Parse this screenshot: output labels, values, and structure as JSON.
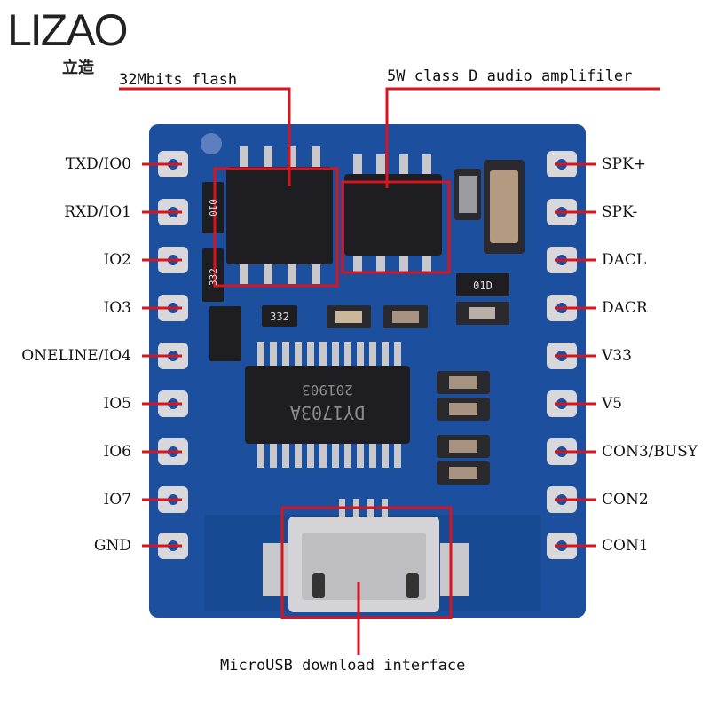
{
  "brand": {
    "name": "LIZAO",
    "sub": "立造"
  },
  "callouts": {
    "flash": "32Mbits flash",
    "amp": "5W class D audio amplifiler",
    "usb": "MicroUSB download interface"
  },
  "chips": {
    "main_line1": "201903",
    "main_line2": "DY1703A"
  },
  "smd_marks": {
    "r1": "332",
    "r2": "332",
    "r3": "01D",
    "r4": "010"
  },
  "pins_left": [
    "TXD/IO0",
    "RXD/IO1",
    "IO2",
    "IO3",
    "ONELINE/IO4",
    "IO5",
    "IO6",
    "IO7",
    "GND"
  ],
  "pins_right": [
    "SPK+",
    "SPK-",
    "DACL",
    "DACR",
    "V33",
    "V5",
    "CON3/BUSY",
    "CON2",
    "CON1"
  ],
  "colors": {
    "pcb": "#1c4f9e",
    "pcb_dark": "#163f80",
    "pad": "#d8d8dc",
    "chip": "#1e1e22",
    "callout_line": "#d8141c"
  }
}
